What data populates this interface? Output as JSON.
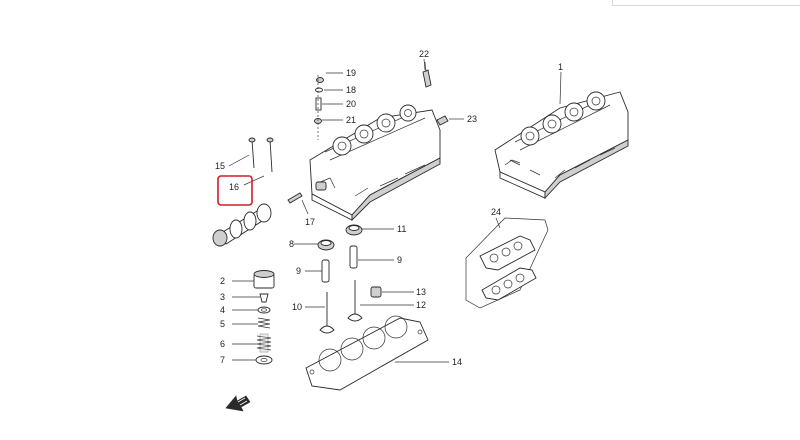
{
  "diagram": {
    "callouts": {
      "c1": "1",
      "c2": "2",
      "c3": "3",
      "c4": "4",
      "c5": "5",
      "c6": "6",
      "c7": "7",
      "c8": "8",
      "c9a": "9",
      "c9b": "9",
      "c10": "10",
      "c11": "11",
      "c12": "12",
      "c13": "13",
      "c14": "14",
      "c15": "15",
      "c16": "16",
      "c17": "17",
      "c18": "18",
      "c19": "19",
      "c20": "20",
      "c21": "21",
      "c22": "22",
      "c23": "23",
      "c24": "24"
    },
    "highlighted_part": "16",
    "highlight_color": "#d8192a"
  }
}
